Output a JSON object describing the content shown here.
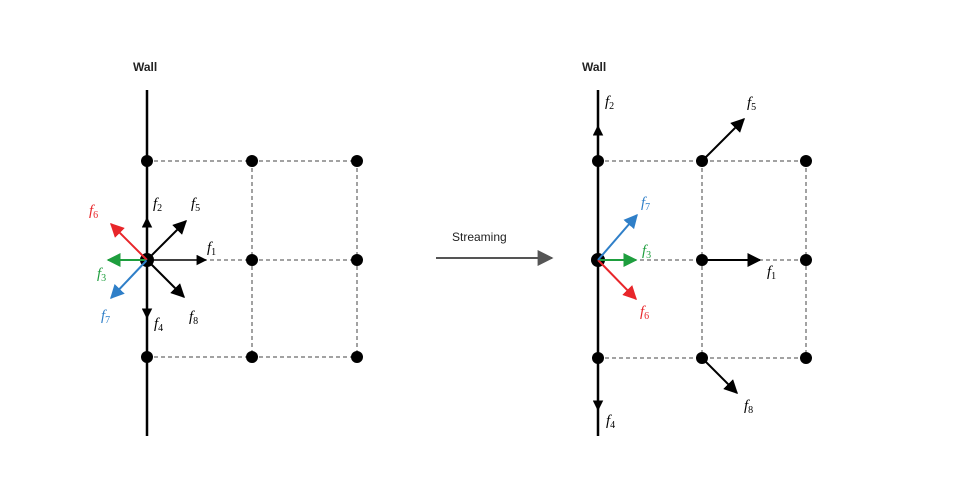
{
  "left_panel": {
    "wall_label": "Wall",
    "labels": {
      "f1": {
        "sym": "f",
        "sub": "1",
        "color": "#000000"
      },
      "f2": {
        "sym": "f",
        "sub": "2",
        "color": "#000000"
      },
      "f3": {
        "sym": "f",
        "sub": "3",
        "color": "#1e9e3e"
      },
      "f4": {
        "sym": "f",
        "sub": "4",
        "color": "#000000"
      },
      "f5": {
        "sym": "f",
        "sub": "5",
        "color": "#000000"
      },
      "f6": {
        "sym": "f",
        "sub": "6",
        "color": "#e8262a"
      },
      "f7": {
        "sym": "f",
        "sub": "7",
        "color": "#2f7fc8"
      },
      "f8": {
        "sym": "f",
        "sub": "8",
        "color": "#000000"
      }
    }
  },
  "streaming_label": "Streaming",
  "right_panel": {
    "wall_label": "Wall",
    "labels": {
      "f1": {
        "sym": "f",
        "sub": "1",
        "color": "#000000"
      },
      "f2": {
        "sym": "f",
        "sub": "2",
        "color": "#000000"
      },
      "f3": {
        "sym": "f",
        "sub": "3",
        "color": "#1e9e3e"
      },
      "f4": {
        "sym": "f",
        "sub": "4",
        "color": "#000000"
      },
      "f5": {
        "sym": "f",
        "sub": "5",
        "color": "#000000"
      },
      "f6": {
        "sym": "f",
        "sub": "6",
        "color": "#e8262a"
      },
      "f7": {
        "sym": "f",
        "sub": "7",
        "color": "#2f7fc8"
      },
      "f8": {
        "sym": "f",
        "sub": "8",
        "color": "#000000"
      }
    }
  }
}
